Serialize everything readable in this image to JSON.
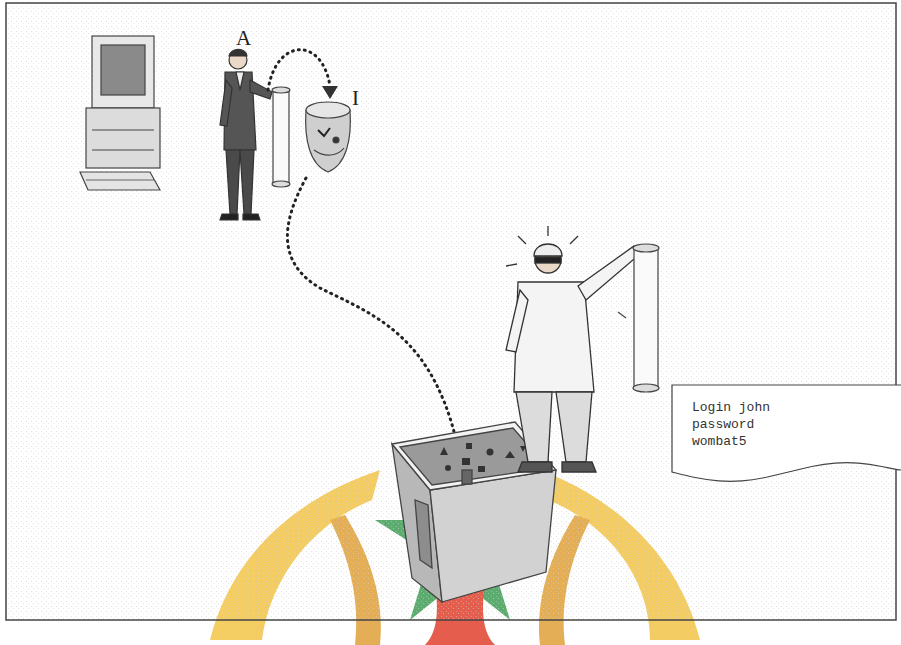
{
  "diagram": {
    "nodes": [
      {
        "text": [
          "Login john password wombat5"
        ]
      }
    ],
    "labels": [
      "A",
      "I"
    ]
  }
}
